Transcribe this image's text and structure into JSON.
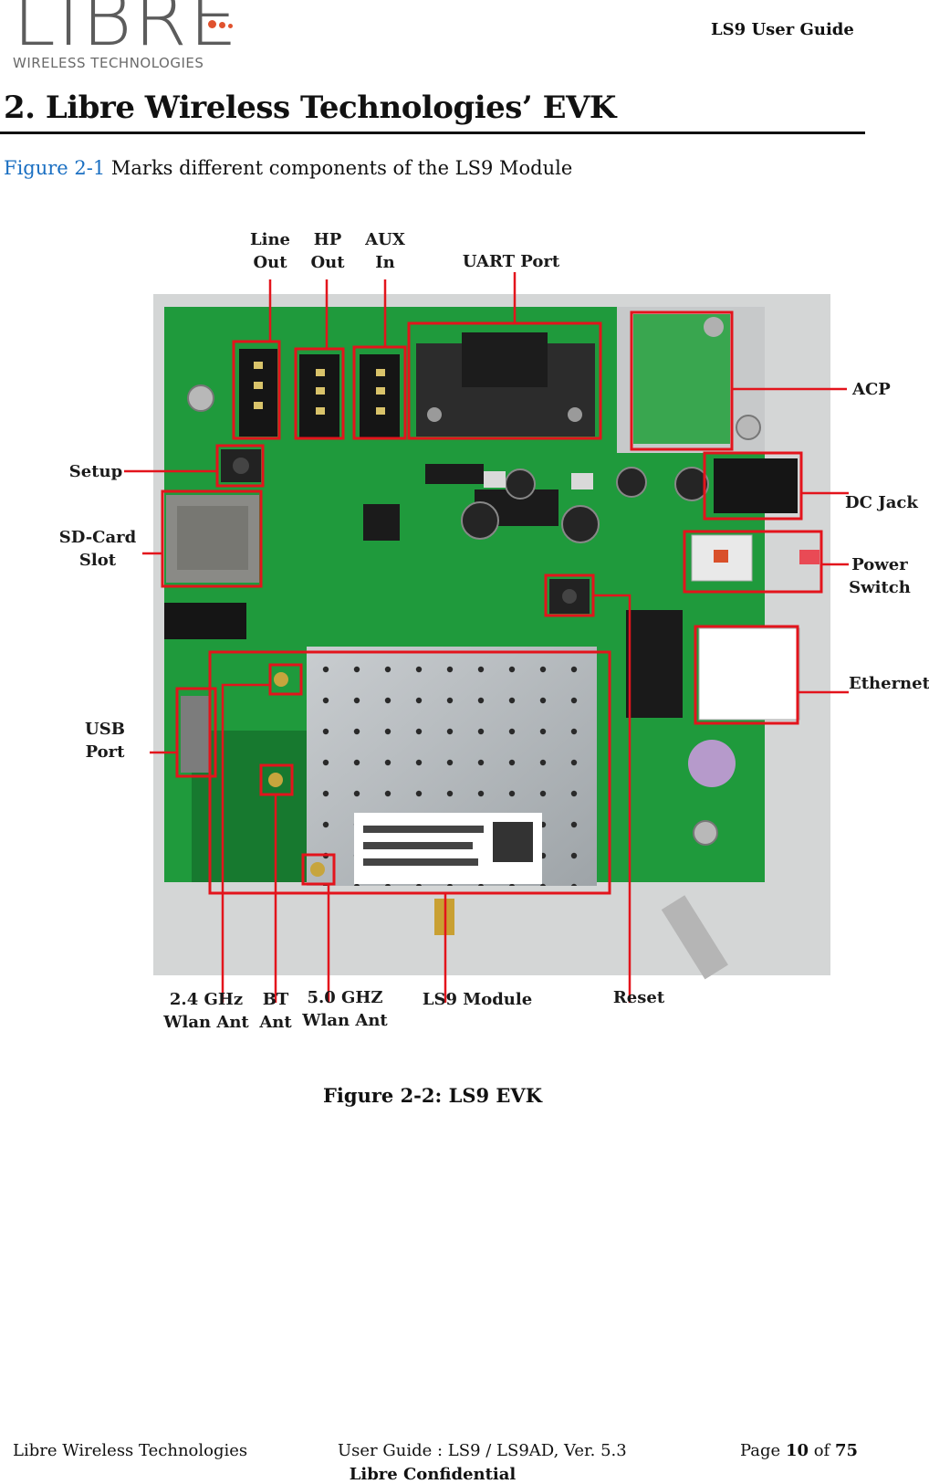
{
  "header": {
    "logo_word": "LIBRE",
    "logo_tagline": "WIRELESS TECHNOLOGIES",
    "doc_title": "LS9 User Guide",
    "logo_dot_color": "#e0522e"
  },
  "section": {
    "heading": "2. Libre Wireless Technologies’ EVK",
    "intro_ref": "Figure 2-1",
    "intro_text": " Marks different components of the LS9 Module"
  },
  "figure": {
    "caption": "Figure 2-2: LS9 EVK",
    "highlight_color": "#e3141c",
    "labels": {
      "line_out": "Line\nOut",
      "hp_out": "HP\nOut",
      "aux_in": "AUX\nIn",
      "uart_port": "UART Port",
      "acp": "ACP",
      "setup": "Setup",
      "sd_card_slot": "SD-Card\nSlot",
      "dc_jack": "DC Jack",
      "power_switch": "Power\nSwitch",
      "ethernet": "Ethernet",
      "usb_port": "USB\nPort",
      "wlan_24": "2.4 GHz\nWlan Ant",
      "bt_ant": "BT\nAnt",
      "wlan_50": "5.0 GHZ\nWlan Ant",
      "ls9_module": "LS9 Module",
      "reset": "Reset"
    }
  },
  "footer": {
    "company": "Libre Wireless Technologies",
    "guide": "User Guide : LS9 / LS9AD, Ver. 5.3",
    "page_prefix": "Page ",
    "page_num": "10",
    "page_of": " of ",
    "page_total": "75",
    "confidential": "Libre Confidential"
  }
}
